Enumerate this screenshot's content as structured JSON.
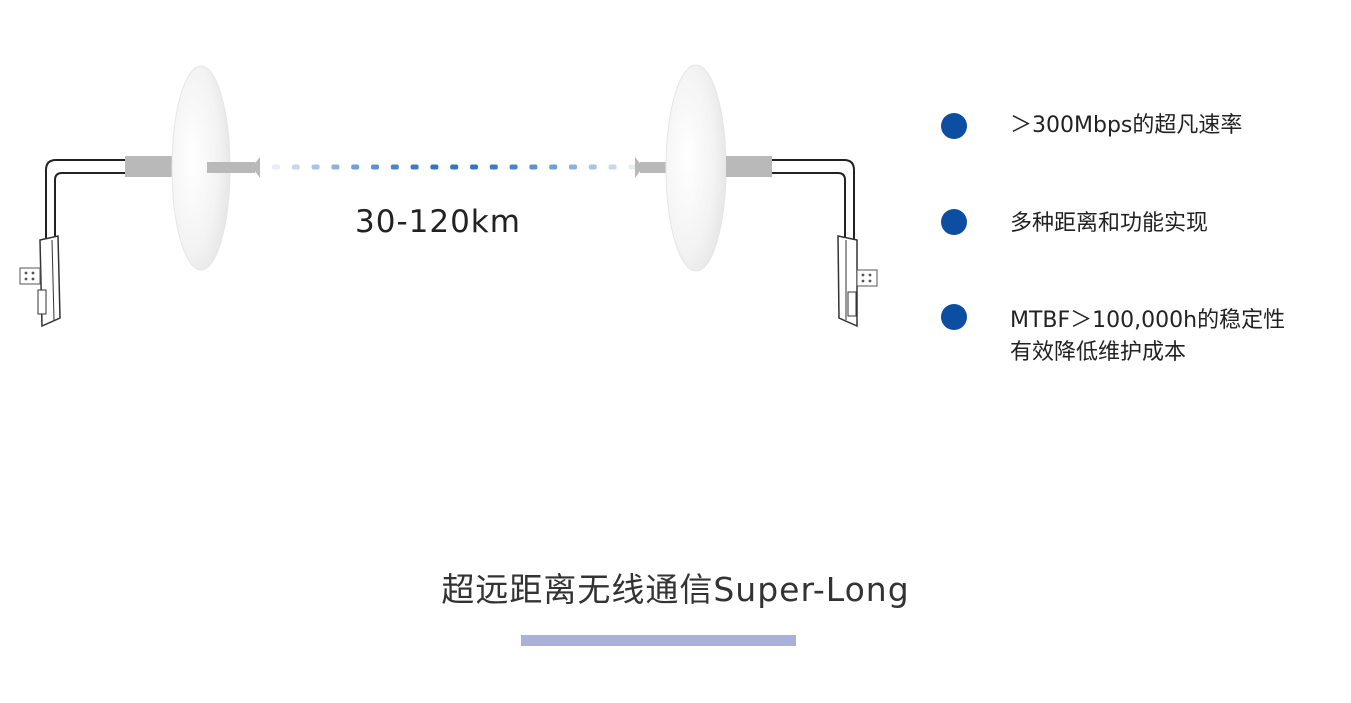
{
  "distance": "30-120km",
  "features": [
    {
      "lines": [
        "＞300Mbps的超凡速率"
      ]
    },
    {
      "lines": [
        "多种距离和功能实现"
      ]
    },
    {
      "lines": [
        "MTBF＞100,000h的稳定性",
        "有效降低维护成本"
      ]
    }
  ],
  "title": "超远距离无线通信Super-Long",
  "colors": {
    "bullet": "#0b4ea2",
    "underline": "#aab0d9",
    "signal": "#2d6fc4",
    "dish_edge": "#e4e4e4",
    "mount": "#b9b9b9"
  },
  "icons": {
    "left_device": "outdoor-cpe-icon",
    "right_device": "outdoor-cpe-icon",
    "left_antenna": "dish-antenna-icon",
    "right_antenna": "dish-antenna-icon",
    "signal": "wireless-signal-dots"
  }
}
